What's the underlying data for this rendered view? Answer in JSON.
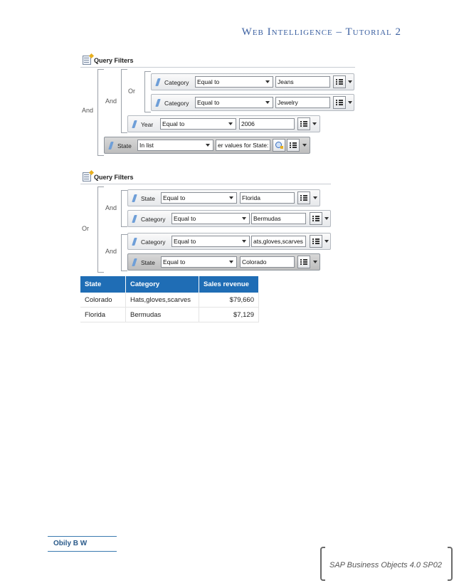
{
  "page_header": "Web Intelligence – Tutorial 2",
  "panel1": {
    "title": "Query Filters",
    "labels": {
      "outer": "And",
      "inner": "And",
      "or": "Or"
    },
    "rows": [
      {
        "object": "Category",
        "operator": "Equal to",
        "value": "Jeans"
      },
      {
        "object": "Category",
        "operator": "Equal to",
        "value": "Jewelry"
      },
      {
        "object": "Year",
        "operator": "Equal to",
        "value": "2006"
      },
      {
        "object": "State",
        "operator": "In list",
        "value": "er values for State:"
      }
    ]
  },
  "panel2": {
    "title": "Query Filters",
    "labels": {
      "outer": "Or",
      "and1": "And",
      "and2": "And"
    },
    "rows": [
      {
        "object": "State",
        "operator": "Equal to",
        "value": "Florida"
      },
      {
        "object": "Category",
        "operator": "Equal to",
        "value": "Bermudas"
      },
      {
        "object": "Category",
        "operator": "Equal to",
        "value": "ats,gloves,scarves"
      },
      {
        "object": "State",
        "operator": "Equal to",
        "value": "Colorado"
      }
    ]
  },
  "results_table": {
    "headers": [
      "State",
      "Category",
      "Sales revenue"
    ],
    "rows": [
      [
        "Colorado",
        "Hats,gloves,scarves",
        "$79,660"
      ],
      [
        "Florida",
        "Bermudas",
        "$7,129"
      ]
    ]
  },
  "author": "Obily B W",
  "footer": "SAP Business Objects 4.0 SP02"
}
